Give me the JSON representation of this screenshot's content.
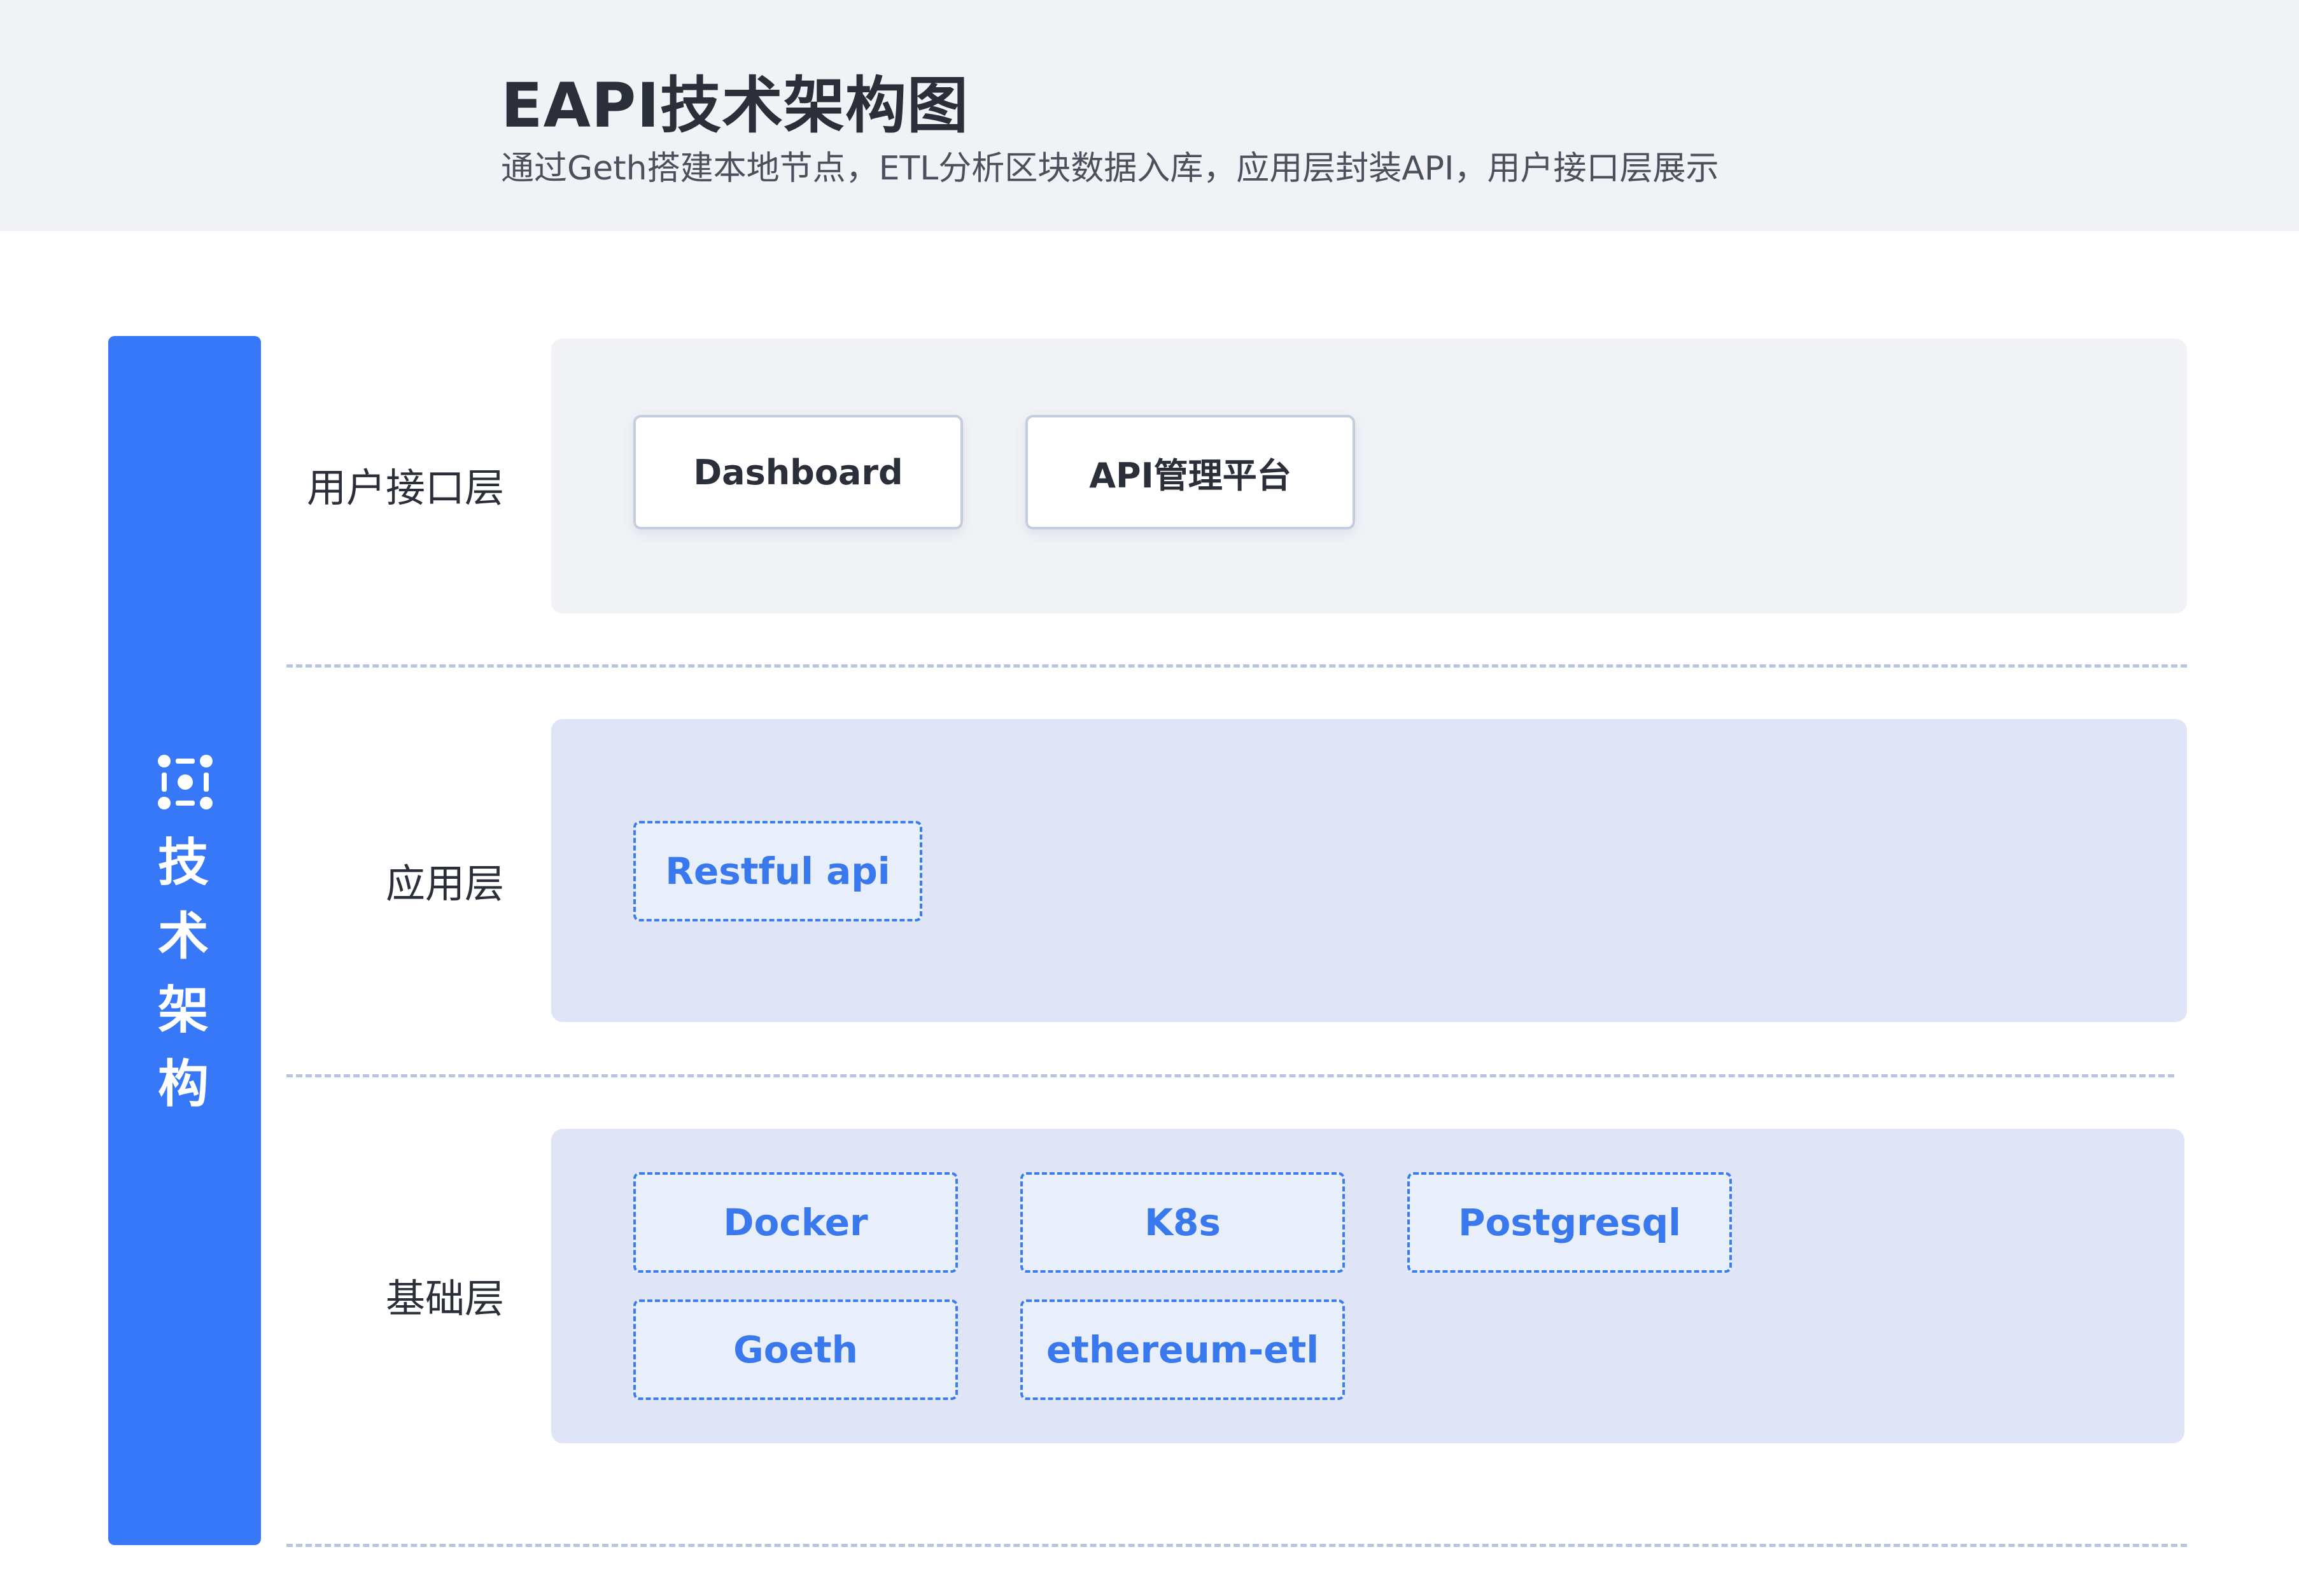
{
  "header": {
    "title": "EAPI技术架构图",
    "subtitle": "通过Geth搭建本地节点，ETL分析区块数据入库，应用层封装API，用户接口层展示"
  },
  "sidebar": {
    "label_chars": [
      "技",
      "术",
      "架",
      "构"
    ],
    "icon": "grid-nodes-icon",
    "color": "#3778f8"
  },
  "layers": {
    "user": {
      "label": "用户接口层",
      "items": [
        "Dashboard",
        "API管理平台"
      ]
    },
    "app": {
      "label": "应用层",
      "items": [
        "Restful api"
      ]
    },
    "base": {
      "label": "基础层",
      "items": [
        "Docker",
        "K8s",
        "Postgresql",
        "Goeth",
        "ethereum-etl"
      ]
    }
  },
  "colors": {
    "accent": "#3778f8",
    "panel_light": "#f0f2f6",
    "panel_blue": "#dfe5f7",
    "dashed_item_text": "#3a78ee"
  }
}
